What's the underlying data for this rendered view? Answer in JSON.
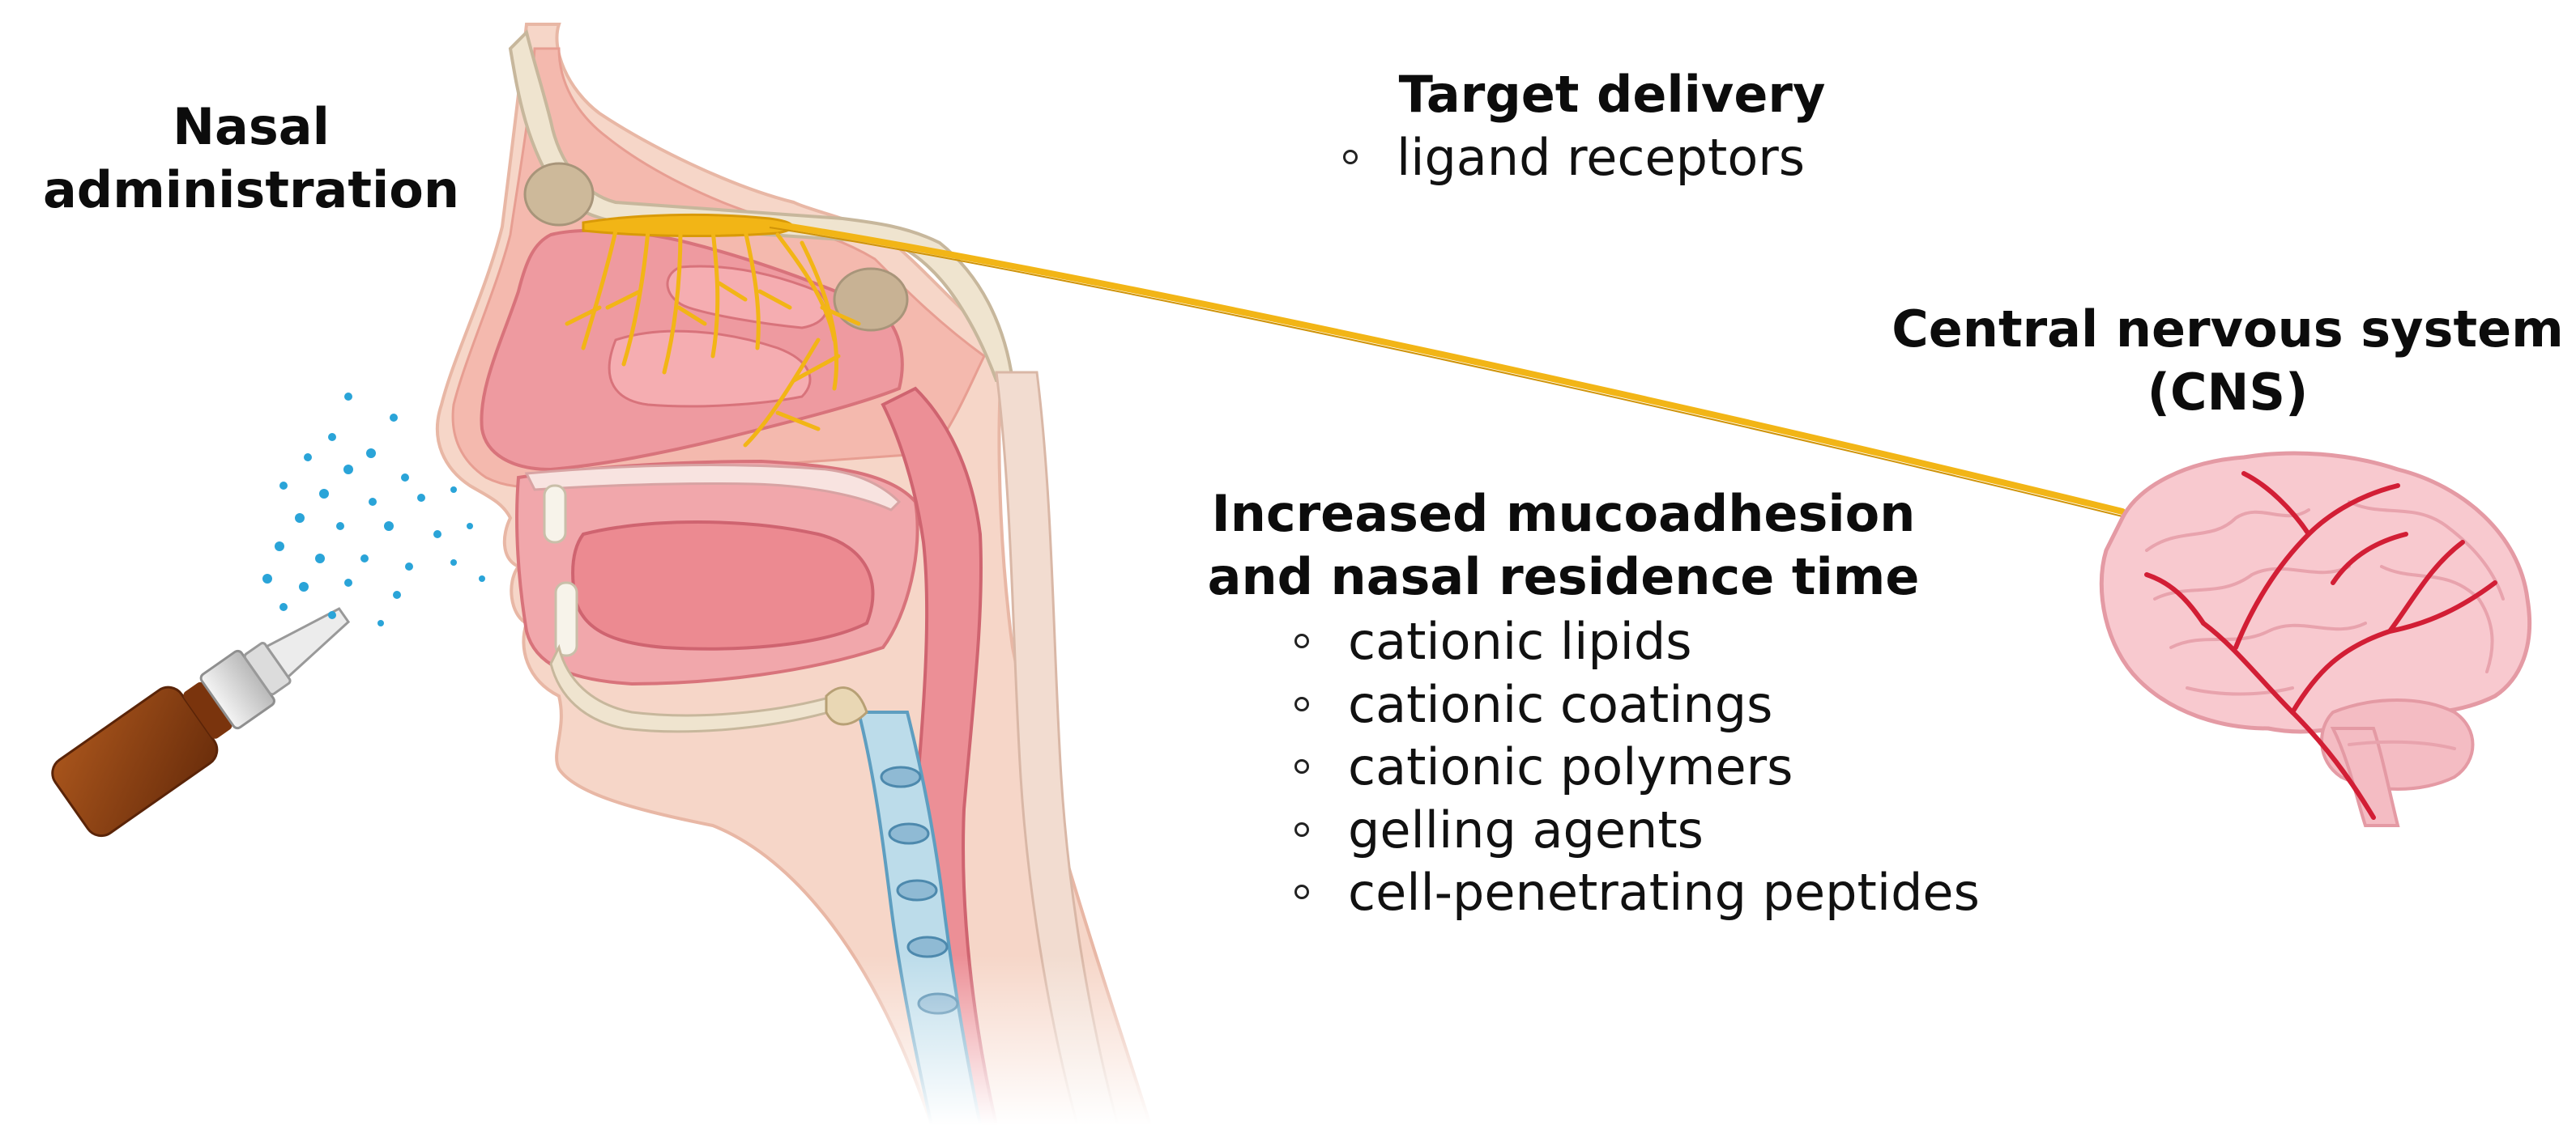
{
  "labels": {
    "nasal_administration": [
      "Nasal",
      "administration"
    ],
    "target_delivery": {
      "title": "Target delivery",
      "items": [
        "ligand receptors"
      ]
    },
    "cns": [
      "Central nervous system",
      "(CNS)"
    ],
    "mucoadhesion": {
      "title": [
        "Increased mucoadhesion",
        "and nasal residence time"
      ],
      "items": [
        "cationic lipids",
        "cationic coatings",
        "cationic polymers",
        "gelling agents",
        "cell-penetrating peptides"
      ]
    }
  },
  "colors": {
    "nerve": "#f2b516",
    "mucosa": "#ee8f93",
    "skin": "#f6c8be",
    "bottle": "#8a3f12",
    "droplets": "#2aa4d8",
    "brain": "#f7c8cf",
    "vessels": "#d21e35"
  }
}
